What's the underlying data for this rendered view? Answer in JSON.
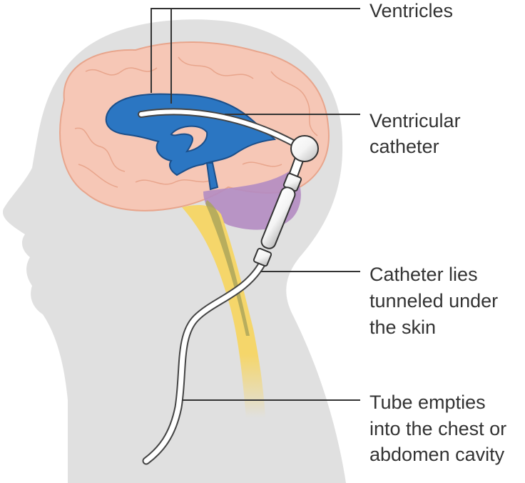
{
  "labels": {
    "ventricles": "Ventricles",
    "ventricular_catheter": [
      "Ventricular",
      "catheter"
    ],
    "catheter_tunneled": [
      "Catheter lies",
      "tunneled under",
      "the skin"
    ],
    "tube_empties": [
      "Tube empties",
      "into the chest or",
      "abdomen cavity"
    ]
  },
  "colors": {
    "head": "#e0e0e0",
    "brain": "#f6c7b6",
    "brain_outline": "#e8a58c",
    "ventricles": "#2b76c2",
    "cerebellum": "#b48cc2",
    "spinal_cord": "#f5d66a",
    "catheter": "#ffffff"
  }
}
